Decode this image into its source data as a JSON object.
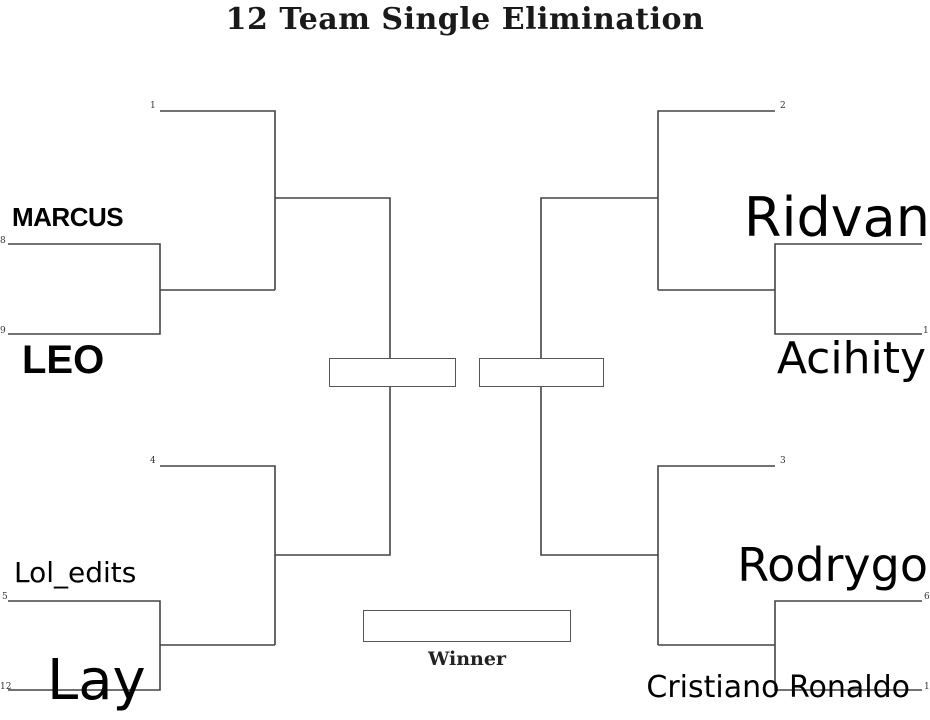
{
  "title": "12 Team Single Elimination",
  "seeds": [
    "1",
    "8",
    "9",
    "4",
    "5",
    "12",
    "2",
    "1",
    "3",
    "6",
    "1"
  ],
  "participants": {
    "marcus": "MARCUS",
    "leo": "LEO",
    "lol_edits": "Lol_edits",
    "lay": "Lay",
    "ridvan": "Ridvan",
    "acihity": "Acihity",
    "rodrygo": "Rodrygo",
    "cristiano": "Cristiano Ronaldo"
  },
  "winner_label": "Winner"
}
